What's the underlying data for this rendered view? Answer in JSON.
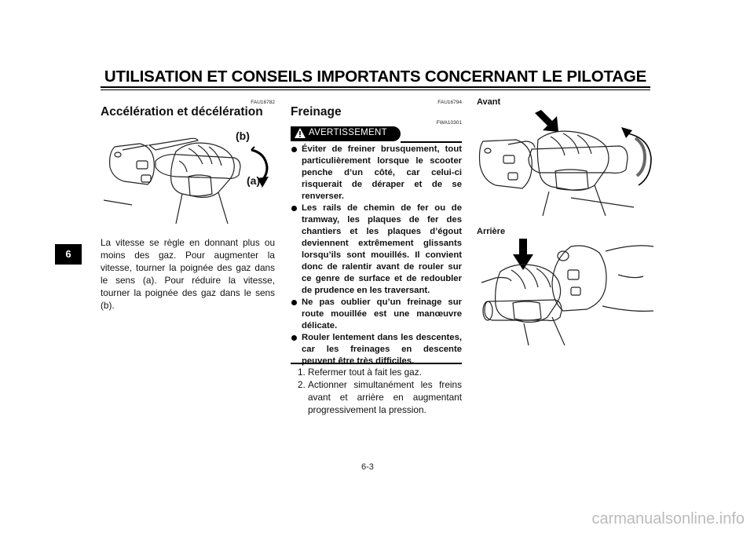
{
  "header": {
    "title": "UTILISATION ET CONSEILS IMPORTANTS CONCERNANT LE PILOTAGE",
    "chapter_tab": "6"
  },
  "left_section": {
    "code": "FAU16782",
    "title": "Accélération et décélération",
    "figure": {
      "label_a": "(a)",
      "label_b": "(b)"
    },
    "body": "La vitesse se règle en donnant plus ou moins des gaz. Pour augmenter la vitesse, tourner la poignée des gaz dans le sens (a). Pour réduire la vitesse, tourner la poignée des gaz dans le sens (b)."
  },
  "middle_section": {
    "code": "FAU16794",
    "title": "Freinage",
    "warning_code": "FWA10301",
    "warning_label": "AVERTISSEMENT",
    "warnings": [
      "Éviter de freiner brusquement, tout particulièrement lorsque le scooter penche d’un côté, car celui-ci risquerait de déraper et de se renverser.",
      "Les rails de chemin de fer ou de tramway, les plaques de fer des chantiers et les plaques d’égout deviennent extrêmement glissants lorsqu’ils sont mouillés. Il convient donc de ralentir avant de rouler sur ce genre de surface et de redoubler de prudence en les traversant.",
      "Ne pas oublier qu’un freinage sur route mouillée est une manœuvre délicate.",
      "Rouler lentement dans les descentes, car les freinages en descente peuvent être très difficiles."
    ],
    "steps": [
      {
        "num": "1.",
        "text": "Refermer tout à fait les gaz."
      },
      {
        "num": "2.",
        "text": "Actionner simultanément les freins avant et arrière en augmentant progressivement la pression."
      }
    ]
  },
  "right_section": {
    "front_label": "Avant",
    "rear_label": "Arrière"
  },
  "footer": {
    "page_number": "6-3",
    "watermark": "carmanualsonline.info"
  }
}
